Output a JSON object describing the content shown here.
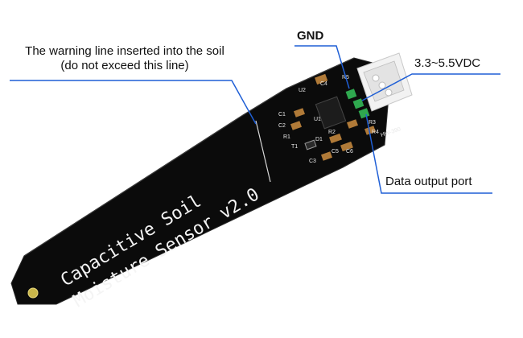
{
  "callouts": {
    "warning_line": "The warning line inserted into the soil",
    "warning_note": "(do not exceed this line)",
    "gnd": "GND",
    "vdc": "3.3~5.5VDC",
    "data_port": "Data output port"
  },
  "board": {
    "title_line1": "Capacitive  Soil",
    "title_line2": "Moisture Sensor v2.0",
    "part_number": "HW-390",
    "silk_labels": [
      "U2",
      "C4",
      "R5",
      "C1",
      "C2",
      "R1",
      "U1",
      "T1",
      "D1",
      "R2",
      "R3",
      "R4",
      "C5",
      "C3",
      "C6"
    ]
  },
  "colors": {
    "board": "#0b0b0b",
    "callout_line": "#1f5fd6",
    "pad_green": "#2fa84f",
    "connector": "#f2f2f2"
  }
}
